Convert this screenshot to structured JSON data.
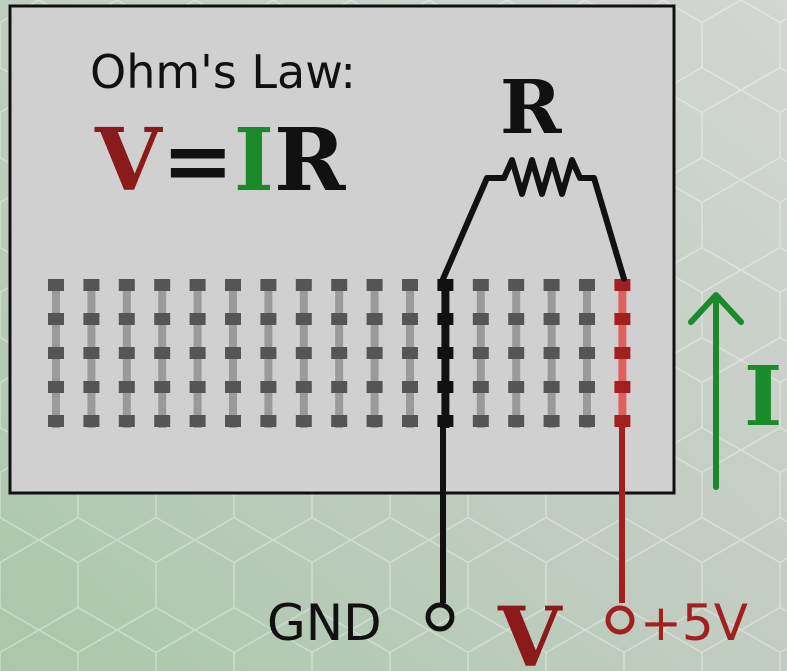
{
  "title": "Ohm's Law:",
  "equation": {
    "v": "V",
    "equals": "=",
    "i": "I",
    "r": "R",
    "v_color": "#8b1a1a",
    "i_color": "#1a8a2a",
    "r_color": "#111111"
  },
  "resistor_label": "R",
  "current_label": "I",
  "current_color": "#1a8a2a",
  "gnd_label": "GND",
  "voltage_label": "V",
  "supply_label": "+5V",
  "wire_colors": {
    "ground": "#111111",
    "supply": "#a32020",
    "highlight_strip": "#e06060"
  }
}
